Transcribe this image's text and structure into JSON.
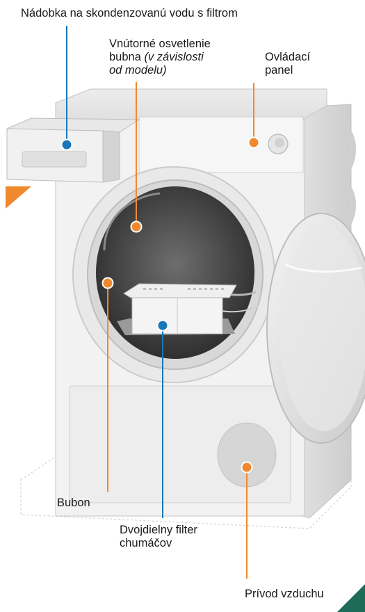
{
  "labels": {
    "condensate_container": "Nádobka na skondenzovanú vodu s filtrom",
    "drum_light_line1": "Vnútorné osvetlenie",
    "drum_light_line2_plain": "bubna ",
    "drum_light_line2_italic": "(v závislosti",
    "drum_light_line3_italic": "od modelu)",
    "control_panel_line1": "Ovládací",
    "control_panel_line2": "panel",
    "drum": "Bubon",
    "fluff_filter_line1": "Dvojdielny filter",
    "fluff_filter_line2": "chumáčov",
    "air_intake": "Prívod vzduchu"
  },
  "colors": {
    "marker_blue": "#1877b8",
    "marker_orange": "#f0892d",
    "corner_green": "#1f6b5a",
    "label_text": "#1a1a1a"
  }
}
